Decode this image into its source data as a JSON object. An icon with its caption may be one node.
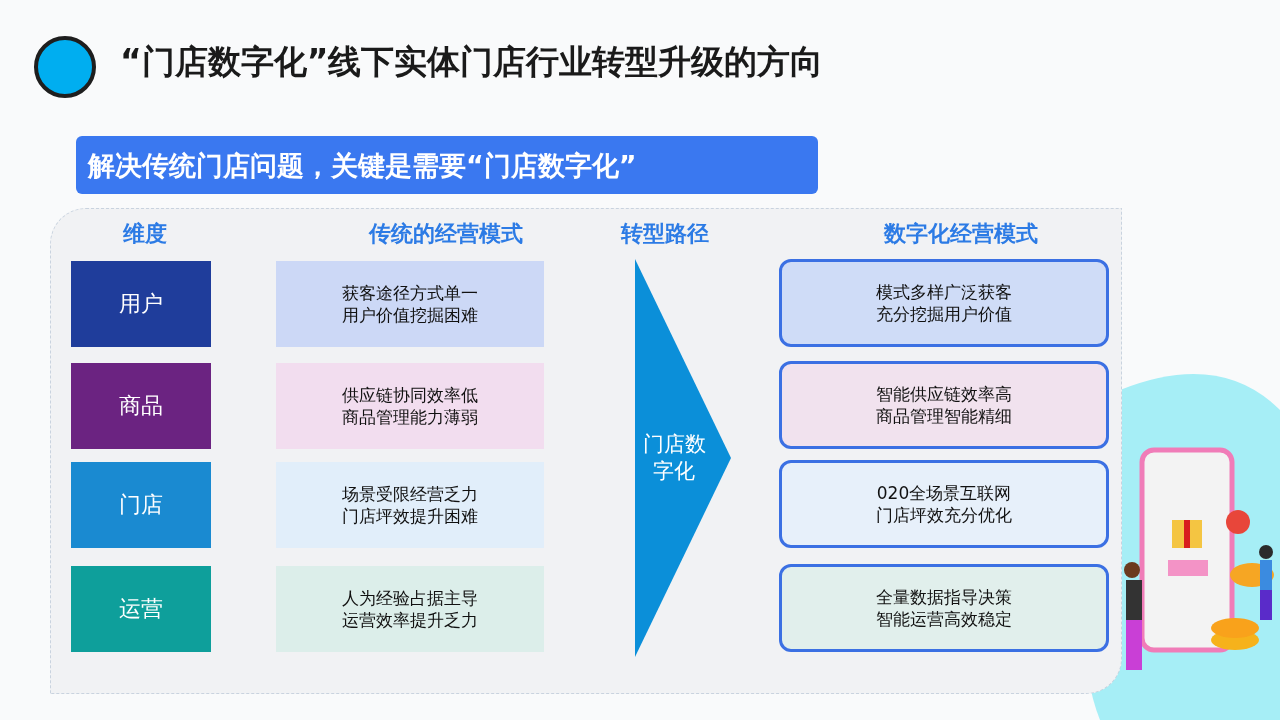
{
  "diagram": {
    "title": "“门店数字化”线下实体门店行业转型升级的方向",
    "nodes": [
      {
        "text": [
          "解决传统门店问题，关键是需要“门店数字化”"
        ]
      },
      {
        "text": [],
        "shape": "box"
      },
      {
        "text": [
          "用户"
        ],
        "in": 1
      },
      {
        "text": [
          "商品"
        ],
        "in": 1
      },
      {
        "text": [
          "门店"
        ],
        "in": 1
      },
      {
        "text": [
          "运营"
        ],
        "in": 1
      },
      {
        "text": [
          "获客途径方式单一用户价值挖掘困难"
        ],
        "in": 1
      },
      {
        "text": [
          "供应链协同效率低商品管理能力薄弱"
        ],
        "in": 1
      },
      {
        "text": [
          "场景受限经营乏力门店坪效提升困难"
        ],
        "in": 1
      },
      {
        "text": [
          "人为经验占据主导运营效率提升乏力"
        ],
        "in": 1
      },
      {
        "text": [
          "门店数字化"
        ],
        "in": 1
      },
      {
        "text": [
          "模式多样广泛获客充分挖掘用户价值"
        ],
        "in": 1
      },
      {
        "text": [
          "智能供应链效率高商品管理智能精细"
        ],
        "in": 1
      },
      {
        "text": [
          "020全场景互联网门店坪效充分优化"
        ],
        "in": 1
      },
      {
        "text": [
          "全量数据指导决策智能运营高效稳定"
        ],
        "in": 1
      }
    ],
    "labels": [
      "维度",
      "传统的经营模式",
      "转型路径",
      "数字化经营模式"
    ]
  }
}
